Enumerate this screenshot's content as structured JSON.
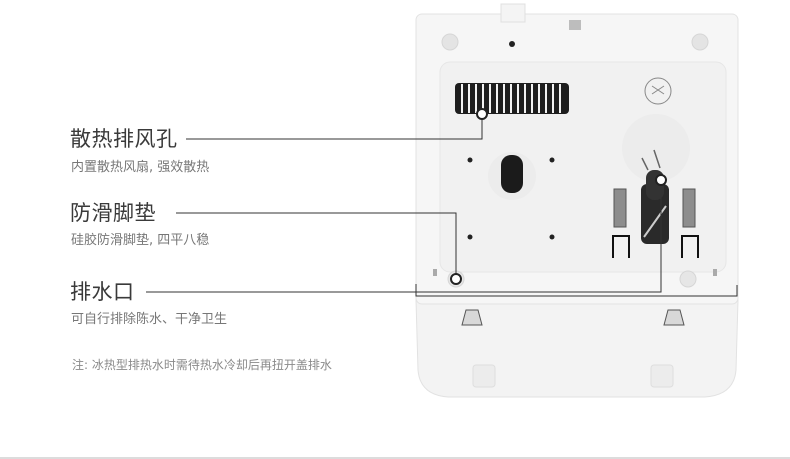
{
  "features": [
    {
      "title": "散热排风孔",
      "desc": "内置散热风扇, 强效散热"
    },
    {
      "title": "防滑脚垫",
      "desc": "硅胶防滑脚垫, 四平八稳"
    },
    {
      "title": "排水口",
      "desc": "可自行排除陈水、干净卫生"
    }
  ],
  "note": "注: 冰热型排热水时需待热水冷却后再扭开盖排水",
  "colors": {
    "background": "#ffffff",
    "title": "#3a3a3a",
    "desc": "#777777",
    "line": "#333333",
    "device": "#f4f4f4"
  }
}
